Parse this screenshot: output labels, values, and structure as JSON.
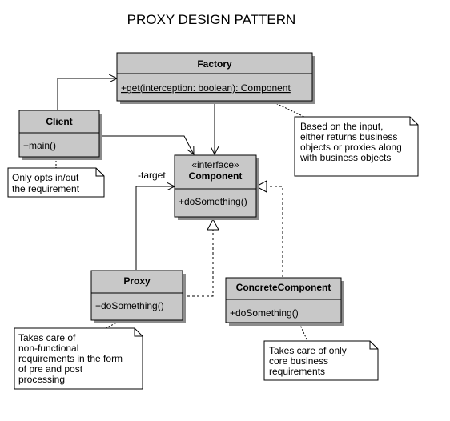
{
  "title": "PROXY DESIGN PATTERN",
  "classes": {
    "factory": {
      "name": "Factory",
      "member": "+get(interception: boolean): Component"
    },
    "client": {
      "name": "Client",
      "member": "+main()"
    },
    "component": {
      "stereotype": "«interface»",
      "name": "Component",
      "member": "+doSomething()"
    },
    "proxy": {
      "name": "Proxy",
      "member": "+doSomething()"
    },
    "concrete": {
      "name": "ConcreteComponent",
      "member": "+doSomething()"
    }
  },
  "labels": {
    "target": "-target"
  },
  "notes": {
    "factory": [
      "Based on the input,",
      "either returns business",
      "objects or proxies along",
      "with business objects"
    ],
    "client": [
      "Only opts in/out",
      "the requirement"
    ],
    "proxy": [
      "Takes care of",
      "non-functional",
      "requirements in the form",
      "of pre and post",
      "processing"
    ],
    "concrete": [
      "Takes care of only",
      "core business",
      "requirements"
    ]
  },
  "colors": {
    "class_fill": "#c8c8c8",
    "stroke": "#000000",
    "note_fill": "#ffffff",
    "shadow": "#8c8c8c"
  }
}
